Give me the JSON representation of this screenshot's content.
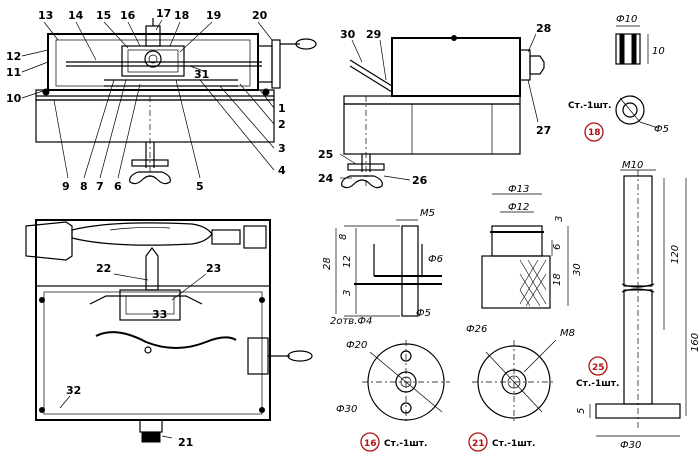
{
  "callouts_top": [
    "13",
    "14",
    "15",
    "16",
    "17",
    "18",
    "19",
    "20",
    "12",
    "11",
    "10",
    "31",
    "1",
    "2",
    "3",
    "4",
    "5",
    "6",
    "7",
    "8",
    "9"
  ],
  "callouts_side": [
    "30",
    "29",
    "28",
    "27",
    "25",
    "24",
    "26"
  ],
  "callouts_bottom": [
    "22",
    "23",
    "33",
    "32",
    "21"
  ],
  "part18": {
    "dia_outer": "Ф10",
    "height": "10",
    "dia_hole": "Ф5",
    "qty": "Ст.-1шт.",
    "num": "18"
  },
  "part16": {
    "thread": "М5",
    "dims": [
      "8",
      "28",
      "12",
      "3"
    ],
    "dia_shaft": "Ф6",
    "dia_pin": "Ф5",
    "holes": "2отв.Ф4",
    "dia_mid": "Ф20",
    "dia_outer": "Ф30",
    "qty": "Ст.-1шт.",
    "num": "16"
  },
  "part21": {
    "dia_top": "Ф13",
    "dia_shank": "Ф12",
    "dims": [
      "3",
      "6",
      "30",
      "18"
    ],
    "dia_outer": "Ф26",
    "thread": "М8",
    "qty": "Ст.-1шт.",
    "num": "21"
  },
  "part25": {
    "thread": "М10",
    "len1": "120",
    "len2": "160",
    "base_h": "5",
    "base_dia": "Ф30",
    "qty": "Ст.-1шт.",
    "num": "25"
  }
}
